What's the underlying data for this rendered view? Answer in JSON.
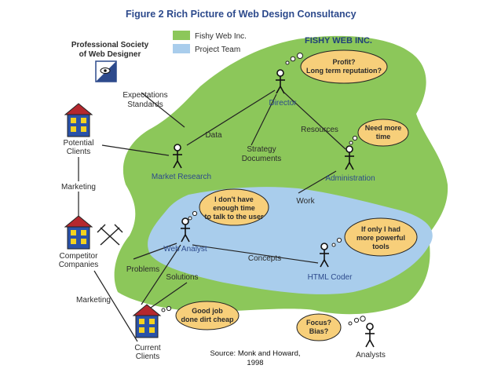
{
  "title": "Figure 2  Rich Picture of Web Design Consultancy",
  "legend": {
    "fishy": "Fishy Web Inc.",
    "project": "Project Team",
    "fishy_color": "#8cc75a",
    "project_color": "#a9cdec"
  },
  "region_label": "FISHY WEB INC.",
  "society": {
    "line1": "Professional Society",
    "line2": "of Web Designer"
  },
  "expectations": {
    "line1": "Expectations",
    "line2": "Standards"
  },
  "potential_clients": {
    "line1": "Potential",
    "line2": "Clients"
  },
  "competitor": {
    "line1": "Competitor",
    "line2": "Companies"
  },
  "current_clients": {
    "line1": "Current",
    "line2": "Clients"
  },
  "marketing_top": "Marketing",
  "marketing_bottom": "Marketing",
  "roles": {
    "director": "Director",
    "market_research": "Market Research",
    "administration": "Administration",
    "web_analyst": "Web Analyst",
    "html_coder": "HTML Coder",
    "analysts": "Analysts"
  },
  "links": {
    "data": "Data",
    "resources": "Resources",
    "strategy1": "Strategy",
    "strategy2": "Documents",
    "work": "Work",
    "concepts": "Concepts",
    "problems": "Problems",
    "solutions": "Solutions"
  },
  "bubbles": {
    "director": {
      "line1": "Profit?",
      "line2": "Long term reputation?"
    },
    "admin": {
      "line1": "Need more",
      "line2": "time"
    },
    "analyst": {
      "line1": "I don't have",
      "line2": "enough time",
      "line3": "to talk to the user"
    },
    "coder": {
      "line1": "If only I had",
      "line2": "more powerful",
      "line3": "tools"
    },
    "client": {
      "line1": "Good job",
      "line2": "done dirt cheap"
    },
    "analysts": {
      "line1": "Focus?",
      "line2": "Bias?"
    }
  },
  "source": {
    "line1": "Source: Monk and Howard,",
    "line2": "1998"
  }
}
